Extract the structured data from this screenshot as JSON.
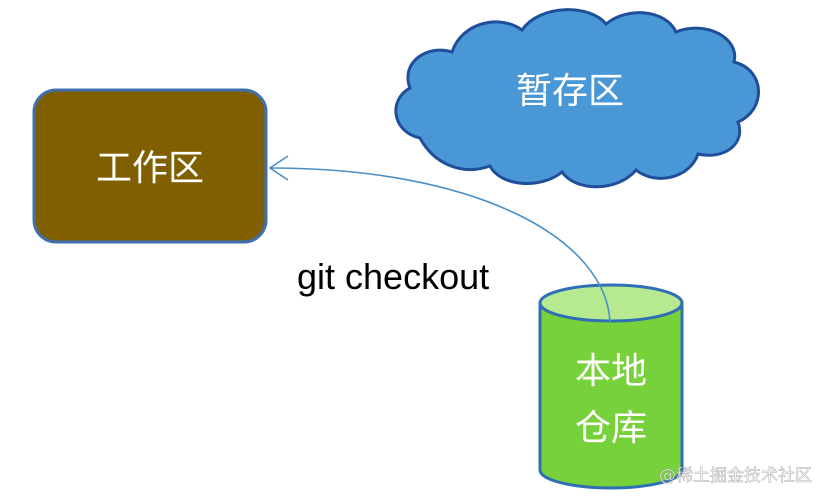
{
  "nodes": {
    "workspace": {
      "label": "工作区",
      "fill": "#7f5f00",
      "stroke": "#3f6fb0"
    },
    "staging": {
      "label": "暂存区",
      "fill": "#4a97d6",
      "stroke": "#1f4e9a"
    },
    "repo": {
      "line1": "本地",
      "line2": "仓库",
      "fill": "#77d13b",
      "top_fill": "#b7e991",
      "stroke": "#2f6fb5"
    }
  },
  "edges": [
    {
      "from": "repo",
      "to": "workspace",
      "label": "git checkout",
      "color": "#4a90c8"
    }
  ],
  "watermark": "@稀土掘金技术社区"
}
